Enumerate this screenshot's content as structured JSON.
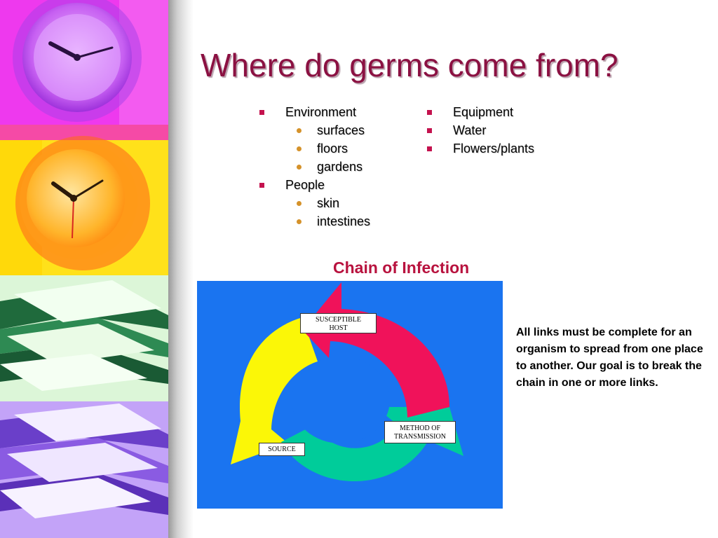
{
  "title": "Where do germs come from?",
  "lists": {
    "left": [
      {
        "level": 1,
        "text": "Environment"
      },
      {
        "level": 2,
        "text": "surfaces"
      },
      {
        "level": 2,
        "text": "floors"
      },
      {
        "level": 2,
        "text": "gardens"
      },
      {
        "level": 1,
        "text": "People"
      },
      {
        "level": 2,
        "text": "skin"
      },
      {
        "level": 2,
        "text": "intestines"
      }
    ],
    "right": [
      {
        "level": 1,
        "text": "Equipment"
      },
      {
        "level": 1,
        "text": "Water"
      },
      {
        "level": 1,
        "text": "Flowers/plants"
      }
    ]
  },
  "chain": {
    "heading": "Chain of Infection",
    "host_line1": "SUSCEPTIBLE",
    "host_line2": "HOST",
    "method_line1": "METHOD OF",
    "method_line2": "TRANSMISSION",
    "source": "SOURCE"
  },
  "note": "All links must be complete for an organism to spread from one place to another. Our goal is to break the chain in one or more links.",
  "colors": {
    "title": "#8b1142",
    "bullet_square": "#c4124e",
    "bullet_dot": "#d5922a",
    "chain_heading": "#b8123e",
    "diagram_bg": "#1a74f0",
    "arrow_red": "#f0125a",
    "arrow_yellow": "#fbf707",
    "arrow_green": "#00cc9a"
  }
}
